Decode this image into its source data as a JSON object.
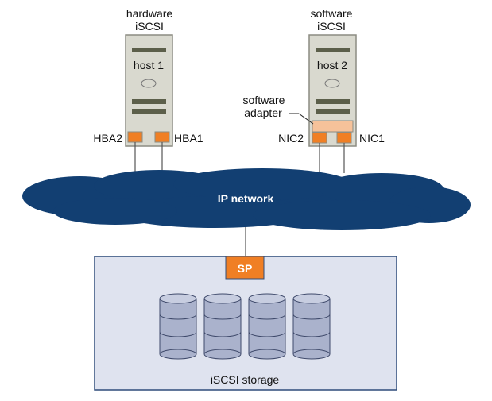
{
  "hosts": [
    {
      "caption_line1": "hardware",
      "caption_line2": "iSCSI",
      "name": "host 1",
      "port_left": "HBA2",
      "port_right": "HBA1"
    },
    {
      "caption_line1": "software",
      "caption_line2": "iSCSI",
      "name": "host 2",
      "port_left": "NIC2",
      "port_right": "NIC1",
      "adapter_line1": "software",
      "adapter_line2": "adapter"
    }
  ],
  "network": {
    "label": "IP network"
  },
  "storage": {
    "sp_label": "SP",
    "label": "iSCSI storage",
    "disk_count": 4
  },
  "colors": {
    "host_body": "#d9d9cf",
    "host_border": "#8c8c82",
    "host_bars": "#5c5f4a",
    "port": "#f07f24",
    "adapter": "#f6c29a",
    "cloud": "#123f72",
    "storage_bg": "#dfe3ef",
    "storage_border": "#2f4c7a",
    "disk": "#aab2cc",
    "disk_band": "#c7cde0",
    "disk_edge": "#3f4a6b"
  }
}
